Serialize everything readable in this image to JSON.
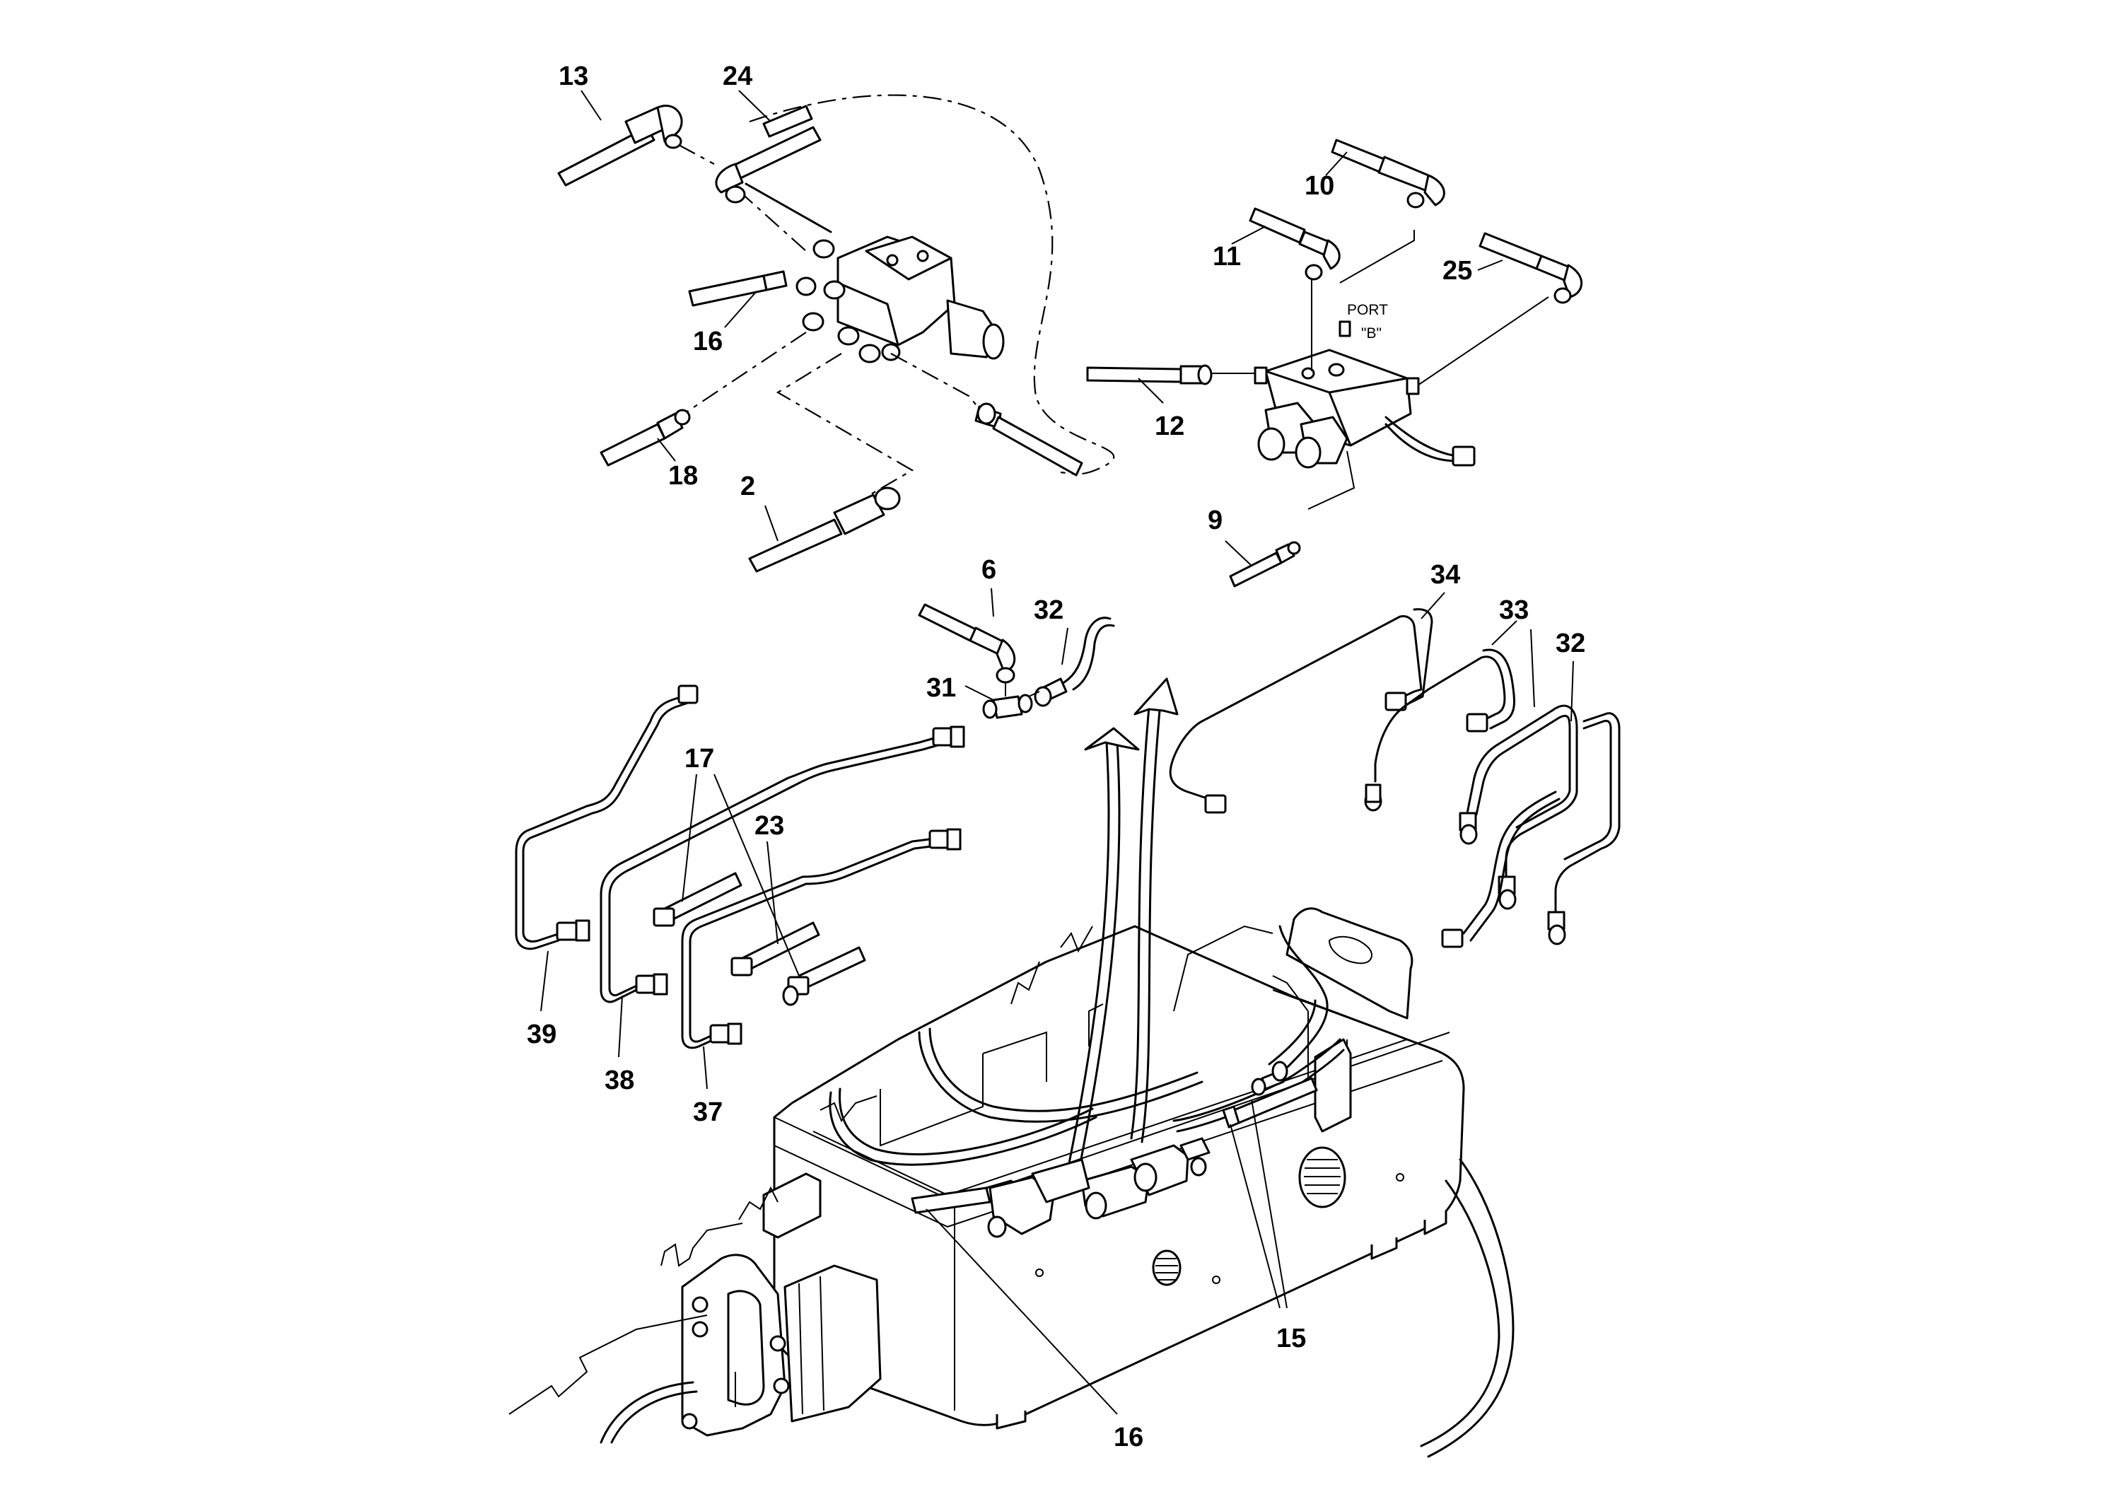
{
  "callouts": {
    "c13": "13",
    "c24": "24",
    "c10": "10",
    "c11": "11",
    "c25": "25",
    "c16a": "16",
    "c12": "12",
    "c18": "18",
    "c2": "2",
    "c9": "9",
    "c6": "6",
    "c32a": "32",
    "c31": "31",
    "c34": "34",
    "c33": "33",
    "c32b": "32",
    "c17": "17",
    "c23": "23",
    "c39": "39",
    "c38": "38",
    "c37": "37",
    "c15": "15",
    "c16b": "16"
  },
  "port_label": {
    "line1": "PORT",
    "line2": "\"B\""
  }
}
